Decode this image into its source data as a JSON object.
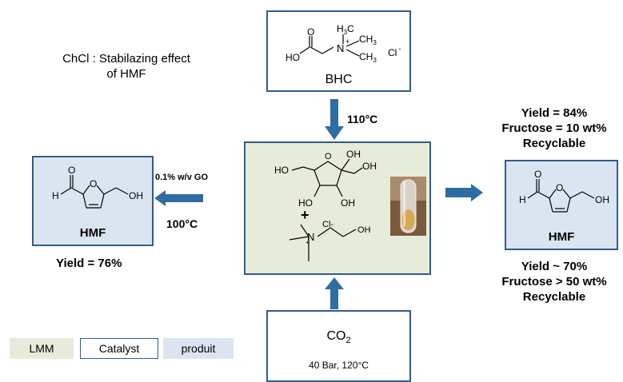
{
  "note": {
    "line1": "ChCl : Stabilazing effect",
    "line2": "of HMF"
  },
  "bhc_box": {
    "label": "BHC",
    "atoms": {
      "o": "O",
      "ho": "HO",
      "n": "N",
      "plus": "+",
      "h3c": "H",
      "h3c_sub": "3",
      "h3c_c": "C",
      "ch3_top": "CH",
      "ch3_top_sub": "3",
      "ch3_bot": "CH",
      "ch3_bot_sub": "3",
      "cl": "Cl",
      "cl_charge": "-"
    }
  },
  "temp_110": "110°C",
  "center_box": {
    "plus_sign": "+",
    "fructose_atoms": {
      "ho_left": "HO",
      "oh_top": "OH",
      "oh_right": "OH",
      "ho_bottom": "HO",
      "oh_bottom": "OH",
      "o_ring": "O"
    },
    "choline_atoms": {
      "n": "N",
      "n_charge": "+",
      "cl": "Cl-",
      "oh": "OH"
    }
  },
  "left_conditions": {
    "catalyst": "0.1% w/v GO",
    "temperature": "100°C"
  },
  "left_product": {
    "label": "HMF",
    "atoms": {
      "o_top": "O",
      "h": "H",
      "o_ring": "O",
      "oh": "OH"
    },
    "yield": "Yield = 76%"
  },
  "right_top": {
    "yield": "Yield = 84%",
    "fructose": "Fructose = 10 wt%",
    "recyclable": "Recyclable"
  },
  "right_product": {
    "label": "HMF",
    "atoms": {
      "o_top": "O",
      "h": "H",
      "o_ring": "O",
      "oh": "OH"
    }
  },
  "right_bottom": {
    "yield": "Yield ~ 70%",
    "fructose": "Fructose > 50 wt%",
    "recyclable": "Recyclable"
  },
  "co2_box": {
    "formula": "CO",
    "formula_sub": "2",
    "conditions": "40 Bar, 120°C"
  },
  "legend": {
    "lmm": "LMM",
    "catalyst": "Catalyst",
    "produit": "produit"
  },
  "colors": {
    "box_border": "#2f5d8c",
    "arrow": "#2e6da4",
    "lmm_fill": "#e6ecd9",
    "product_fill": "#dbe5f1",
    "catalyst_fill": "#ffffff"
  }
}
